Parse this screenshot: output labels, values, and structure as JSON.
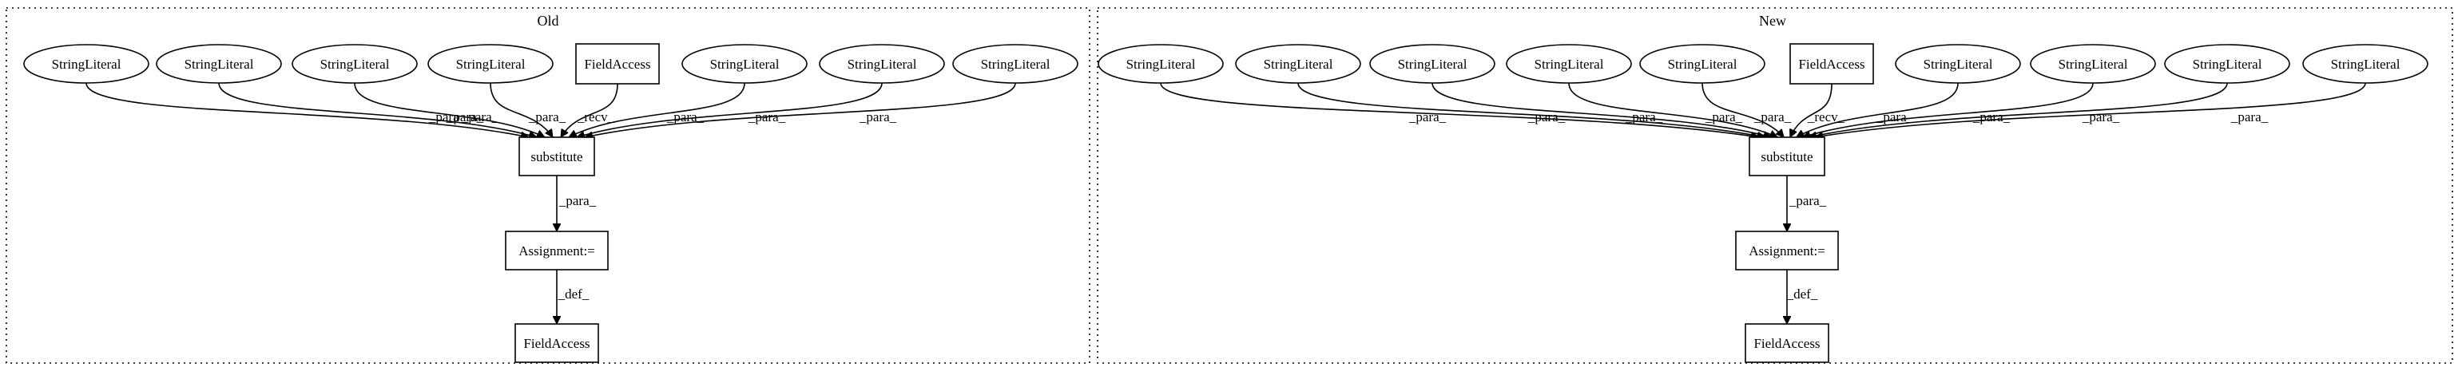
{
  "clusters": [
    {
      "label": "Old",
      "nodes": {
        "s1": "StringLiteral",
        "s2": "StringLiteral",
        "s3": "StringLiteral",
        "s4": "StringLiteral",
        "fa": "FieldAccess",
        "s5": "StringLiteral",
        "s6": "StringLiteral",
        "s7": "StringLiteral",
        "sub": "substitute",
        "asg": "Assignment:=",
        "out": "FieldAccess"
      },
      "edges": [
        {
          "from": "s1",
          "to": "sub",
          "label": "_para_"
        },
        {
          "from": "s2",
          "to": "sub",
          "label": "_para_"
        },
        {
          "from": "s3",
          "to": "sub",
          "label": "_para_"
        },
        {
          "from": "s4",
          "to": "sub",
          "label": "_para_"
        },
        {
          "from": "fa",
          "to": "sub",
          "label": "_recv_"
        },
        {
          "from": "s5",
          "to": "sub",
          "label": "_para_"
        },
        {
          "from": "s6",
          "to": "sub",
          "label": "_para_"
        },
        {
          "from": "s7",
          "to": "sub",
          "label": "_para_"
        },
        {
          "from": "sub",
          "to": "asg",
          "label": "_para_"
        },
        {
          "from": "asg",
          "to": "out",
          "label": "_def_"
        }
      ]
    },
    {
      "label": "New",
      "nodes": {
        "s1": "StringLiteral",
        "s2": "StringLiteral",
        "s3": "StringLiteral",
        "s4": "StringLiteral",
        "s5": "StringLiteral",
        "fa": "FieldAccess",
        "s6": "StringLiteral",
        "s7": "StringLiteral",
        "s8": "StringLiteral",
        "s9": "StringLiteral",
        "sub": "substitute",
        "asg": "Assignment:=",
        "out": "FieldAccess"
      },
      "edges": [
        {
          "from": "s1",
          "to": "sub",
          "label": "_para_"
        },
        {
          "from": "s2",
          "to": "sub",
          "label": "_para_"
        },
        {
          "from": "s3",
          "to": "sub",
          "label": "_para_"
        },
        {
          "from": "s4",
          "to": "sub",
          "label": "_para_"
        },
        {
          "from": "s5",
          "to": "sub",
          "label": "_para_"
        },
        {
          "from": "fa",
          "to": "sub",
          "label": "_recv_"
        },
        {
          "from": "s6",
          "to": "sub",
          "label": "_para_"
        },
        {
          "from": "s7",
          "to": "sub",
          "label": "_para_"
        },
        {
          "from": "s8",
          "to": "sub",
          "label": "_para_"
        },
        {
          "from": "s9",
          "to": "sub",
          "label": "_para_"
        },
        {
          "from": "sub",
          "to": "asg",
          "label": "_para_"
        },
        {
          "from": "asg",
          "to": "out",
          "label": "_def_"
        }
      ]
    }
  ]
}
